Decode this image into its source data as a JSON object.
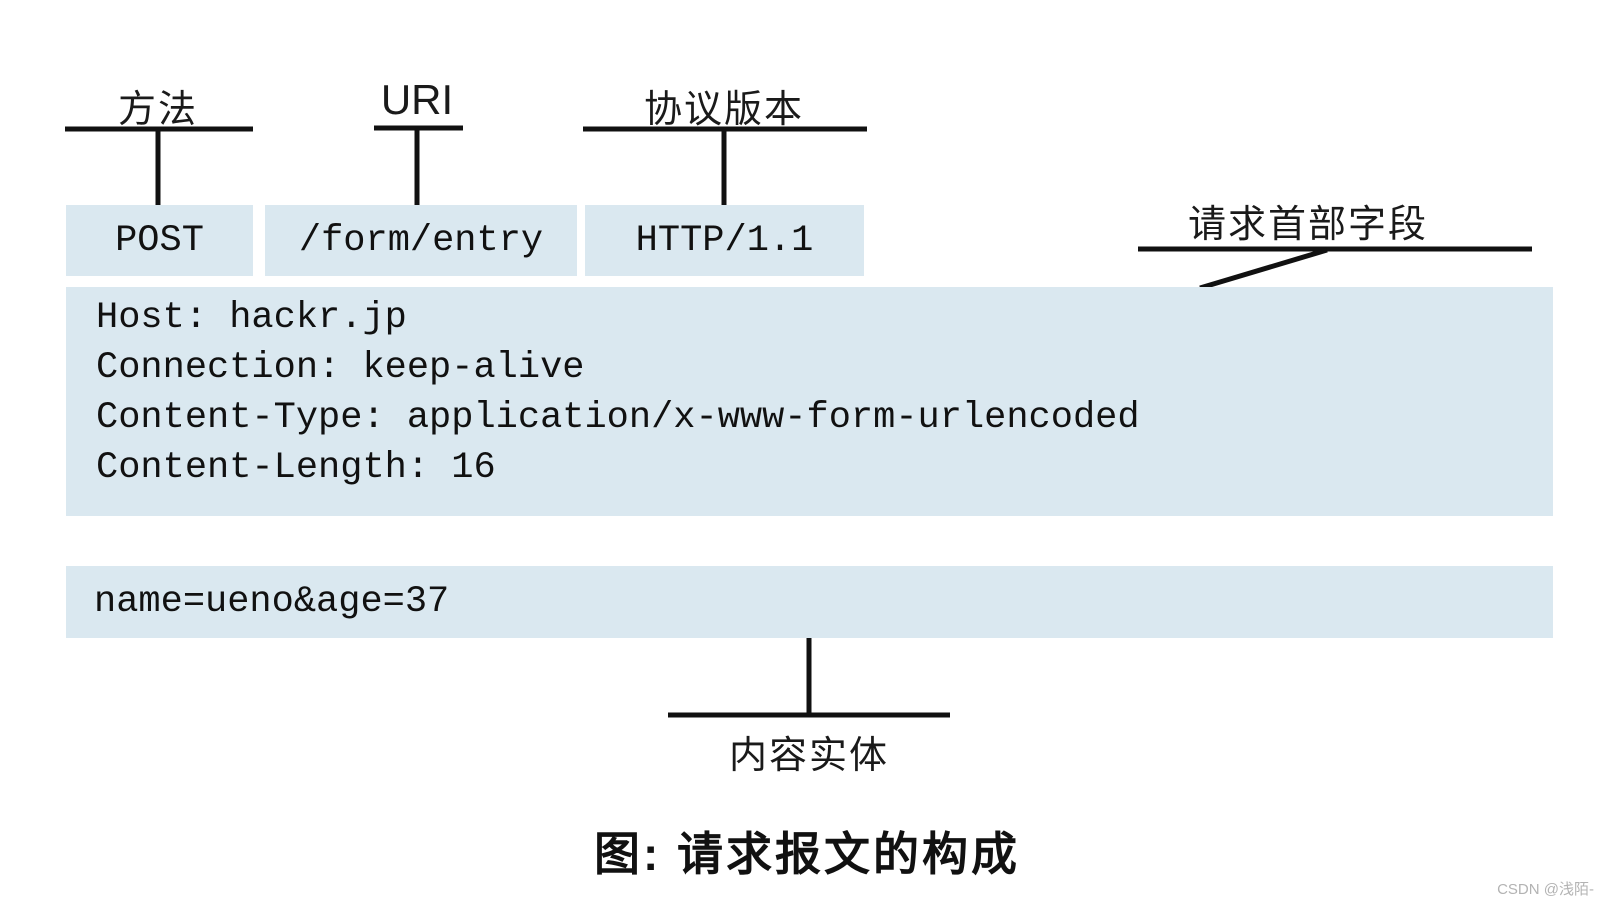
{
  "diagram": {
    "request_line": {
      "method": {
        "label": "方法",
        "value": "POST"
      },
      "uri": {
        "label": "URI",
        "value": "/form/entry"
      },
      "version": {
        "label": "协议版本",
        "value": "HTTP/1.1"
      }
    },
    "headers": {
      "label": "请求首部字段",
      "lines": {
        "0": "Host: hackr.jp",
        "1": "Connection: keep-alive",
        "2": "Content-Type: application/x-www-form-urlencoded",
        "3": "Content-Length: 16"
      }
    },
    "body": {
      "label": "内容实体",
      "value": "name=ueno&age=37"
    },
    "caption": "图: 请求报文的构成",
    "watermark": "CSDN @浅陌-",
    "colors": {
      "box_fill": "#dae8f0",
      "line": "#111111",
      "watermark": "#b3b3b3"
    }
  }
}
